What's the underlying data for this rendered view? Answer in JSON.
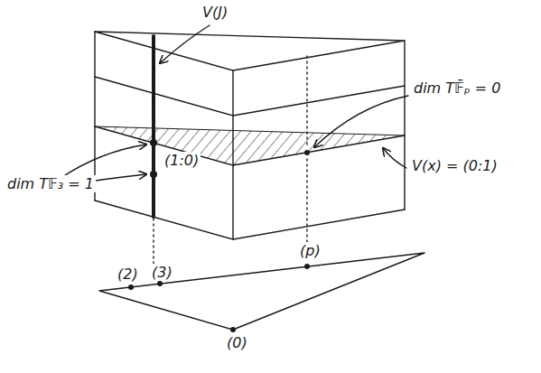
{
  "diagram": {
    "labels": [
      "V(J)",
      "dim T𝔽̄ₚ = 0",
      "V(x) = (0:1)",
      "(1:0)",
      "dim T𝔽₃ = 1",
      "(2)",
      "(3)",
      "(p)",
      "(0)"
    ]
  }
}
